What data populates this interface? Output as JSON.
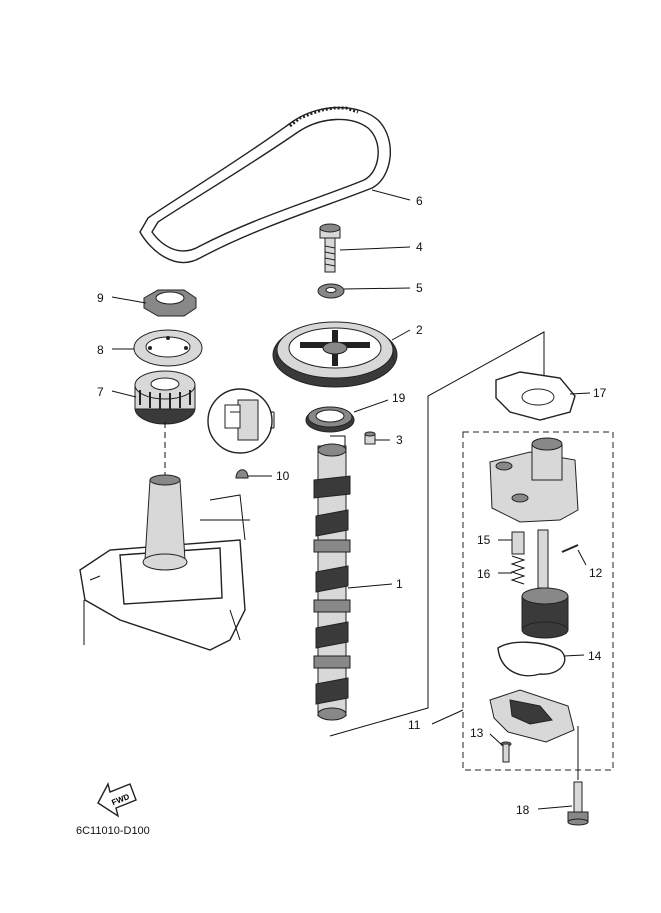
{
  "diagram_code": "6C11010-D100",
  "fwd_label": "FWD",
  "parts": [
    {
      "id": "1",
      "label": "1"
    },
    {
      "id": "2",
      "label": "2"
    },
    {
      "id": "3",
      "label": "3"
    },
    {
      "id": "4",
      "label": "4"
    },
    {
      "id": "5",
      "label": "5"
    },
    {
      "id": "6",
      "label": "6"
    },
    {
      "id": "7",
      "label": "7"
    },
    {
      "id": "8",
      "label": "8"
    },
    {
      "id": "9",
      "label": "9"
    },
    {
      "id": "10",
      "label": "10"
    },
    {
      "id": "11",
      "label": "11"
    },
    {
      "id": "12",
      "label": "12"
    },
    {
      "id": "13",
      "label": "13"
    },
    {
      "id": "14",
      "label": "14"
    },
    {
      "id": "15",
      "label": "15"
    },
    {
      "id": "16",
      "label": "16"
    },
    {
      "id": "17",
      "label": "17"
    },
    {
      "id": "18",
      "label": "18"
    },
    {
      "id": "19",
      "label": "19"
    }
  ]
}
